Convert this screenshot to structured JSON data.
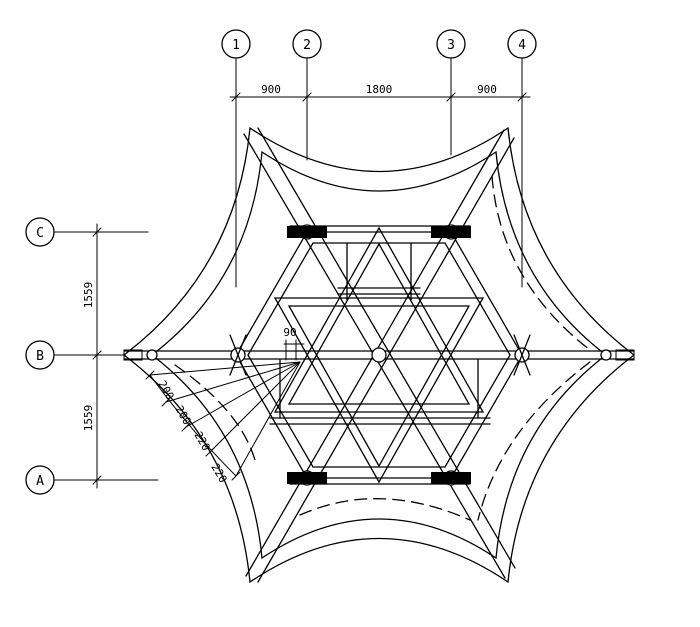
{
  "grid_axes": {
    "columns": [
      "1",
      "2",
      "3",
      "4"
    ],
    "rows": [
      "A",
      "B",
      "C"
    ]
  },
  "dimensions": {
    "horizontal": [
      "900",
      "1800",
      "900"
    ],
    "vertical": [
      "1559",
      "1559"
    ],
    "detail": [
      "90",
      "200",
      "200",
      "220",
      "220"
    ]
  }
}
